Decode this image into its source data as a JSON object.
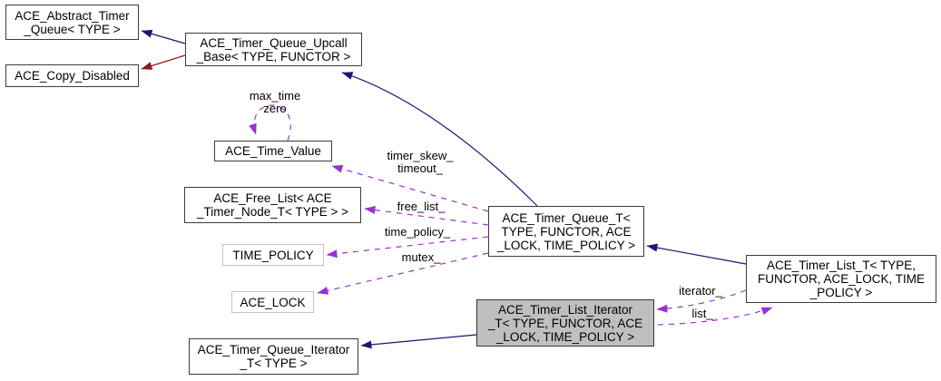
{
  "diagram": {
    "type": "doxygen-collaboration-graph",
    "colors": {
      "inheritance_arrow": "#191970",
      "private_inheritance_arrow": "#8b1a1a",
      "usage_arrow": "#9a32cd",
      "node_border": "#3c3c3c",
      "template_node_border": "#c2c2c2",
      "focus_node_fill": "#bfbfbf",
      "background": "#ffffff"
    },
    "nodes": {
      "abstract_timer_queue": {
        "lines": [
          "ACE_Abstract_Timer",
          "_Queue< TYPE >"
        ]
      },
      "copy_disabled": {
        "lines": [
          "ACE_Copy_Disabled"
        ]
      },
      "timer_queue_upcall_base": {
        "lines": [
          "ACE_Timer_Queue_Upcall",
          "_Base< TYPE, FUNCTOR >"
        ]
      },
      "time_value": {
        "lines": [
          "ACE_Time_Value"
        ]
      },
      "free_list": {
        "lines": [
          "ACE_Free_List< ACE",
          "_Timer_Node_T< TYPE > >"
        ]
      },
      "time_policy": {
        "lines": [
          "TIME_POLICY"
        ]
      },
      "ace_lock": {
        "lines": [
          "ACE_LOCK"
        ]
      },
      "timer_queue_t": {
        "lines": [
          "ACE_Timer_Queue_T<",
          "TYPE, FUNCTOR, ACE",
          "_LOCK, TIME_POLICY >"
        ]
      },
      "timer_list_t": {
        "lines": [
          "ACE_Timer_List_T< TYPE,",
          "FUNCTOR, ACE_LOCK, TIME",
          "_POLICY >"
        ]
      },
      "timer_list_iterator_t": {
        "lines": [
          "ACE_Timer_List_Iterator",
          "_T< TYPE, FUNCTOR, ACE",
          "_LOCK, TIME_POLICY >"
        ]
      },
      "timer_queue_iterator_t": {
        "lines": [
          "ACE_Timer_Queue_Iterator",
          "_T< TYPE >"
        ]
      }
    },
    "edge_labels": {
      "self_loop": {
        "lines": [
          "max_time",
          "zero"
        ]
      },
      "timer_skew": {
        "lines": [
          "timer_skew_",
          "timeout_"
        ]
      },
      "free_list": "free_list_",
      "time_policy": "time_policy_",
      "mutex": "mutex_",
      "iterator": "iterator_",
      "list": "list_"
    }
  }
}
